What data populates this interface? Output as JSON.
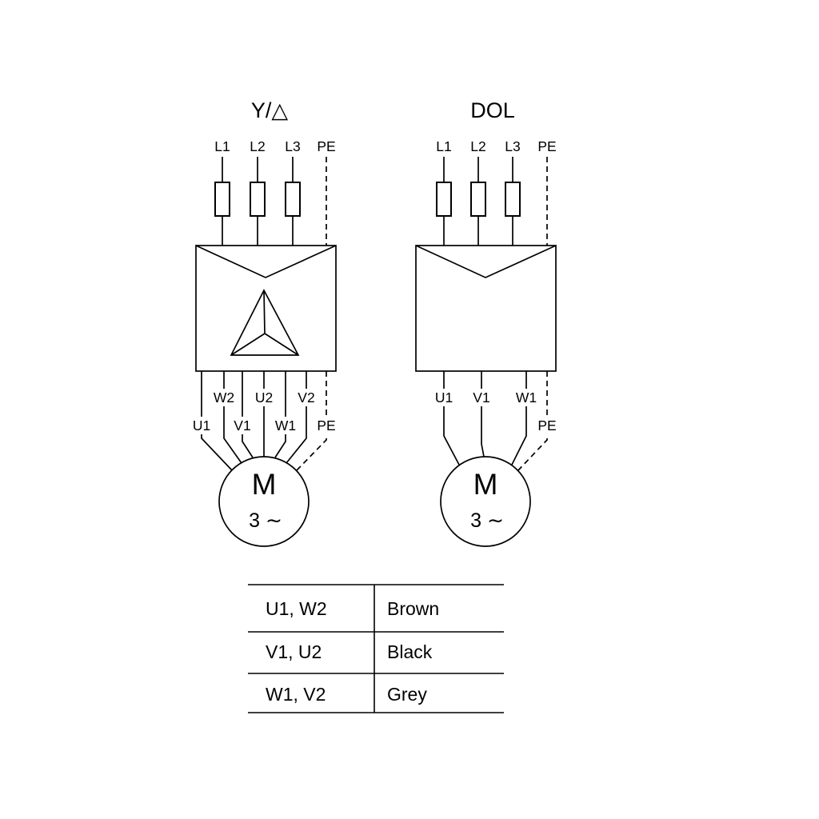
{
  "diagrams": {
    "star_delta": {
      "title": "Y/△",
      "supply_terminals": [
        "L1",
        "L2",
        "L3",
        "PE"
      ],
      "winding_row_upper": [
        "W2",
        "U2",
        "V2"
      ],
      "winding_row_lower": [
        "U1",
        "V1",
        "W1",
        "PE"
      ],
      "motor_label": "M",
      "motor_phase": "3 ∼"
    },
    "dol": {
      "title": "DOL",
      "supply_terminals": [
        "L1",
        "L2",
        "L3",
        "PE"
      ],
      "winding_terminals": [
        "U1",
        "V1",
        "W1"
      ],
      "pe_terminal": "PE",
      "motor_label": "M",
      "motor_phase": "3 ∼"
    }
  },
  "wire_color_table": {
    "rows": [
      {
        "terminals": "U1, W2",
        "color": "Brown"
      },
      {
        "terminals": "V1, U2",
        "color": "Black"
      },
      {
        "terminals": "W1, V2",
        "color": "Grey"
      }
    ]
  },
  "palette": {
    "line": "#000000",
    "background": "#ffffff"
  }
}
